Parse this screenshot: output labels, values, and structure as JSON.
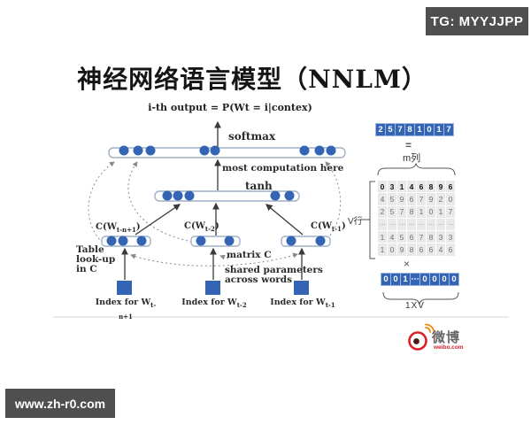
{
  "badges": {
    "tg": "TG: MYYJJPP",
    "site": "www.zh-r0.com"
  },
  "title": "神经网络语言模型（NNLM）",
  "diagram": {
    "formula": "i-th output = P(Wt = i|contex)",
    "softmax_label": "softmax",
    "computation_label": "most computation here",
    "tanh_label": "tanh",
    "table_lookup_lines": [
      "Table",
      "look-up",
      "in C"
    ],
    "matrix_c_label": "matrix C",
    "shared_params_lines": [
      "shared parameters",
      "across words"
    ],
    "c_labels": [
      {
        "prefix": "C(W",
        "sub": "t-n+1",
        "suffix": ")"
      },
      {
        "prefix": "C(W",
        "sub": "t-2",
        "suffix": ")"
      },
      {
        "prefix": "C(W",
        "sub": "t-1",
        "suffix": ")"
      }
    ],
    "index_labels": [
      {
        "prefix": "Index for W",
        "sub": "t-n+1"
      },
      {
        "prefix": "Index for W",
        "sub": "t-2"
      },
      {
        "prefix": "Index for W",
        "sub": "t-1"
      }
    ]
  },
  "matrix_panel": {
    "result_row": [
      "2",
      "5",
      "7",
      "8",
      "1",
      "0",
      "1",
      "7"
    ],
    "equals": "=",
    "m_cols_label": "m列",
    "v_rows_label": "V行",
    "matrix_rows": [
      [
        "0",
        "3",
        "1",
        "4",
        "6",
        "8",
        "9",
        "6"
      ],
      [
        "4",
        "5",
        "9",
        "6",
        "7",
        "9",
        "2",
        "0"
      ],
      [
        "2",
        "5",
        "7",
        "8",
        "1",
        "0",
        "1",
        "7"
      ],
      [
        "⋯",
        "⋯",
        "⋯",
        "⋯",
        "⋯",
        "⋯",
        "⋯",
        "⋯"
      ],
      [
        "1",
        "4",
        "5",
        "6",
        "7",
        "8",
        "3",
        "3"
      ],
      [
        "1",
        "0",
        "9",
        "8",
        "6",
        "6",
        "4",
        "6"
      ]
    ],
    "times": "×",
    "onehot_row": [
      "0",
      "0",
      "1",
      "⋯",
      "0",
      "0",
      "0",
      "0"
    ],
    "onehot_dim_label": "1XV"
  },
  "logo": {
    "name": "微博",
    "domain": "weibo.com"
  },
  "colors": {
    "accent_blue": "#3465b4",
    "badge_gray": "#4f4f4f",
    "weibo_red": "#d8232a",
    "weibo_orange": "#f08300",
    "matrix_cell_gray": "#e9e9e9"
  }
}
